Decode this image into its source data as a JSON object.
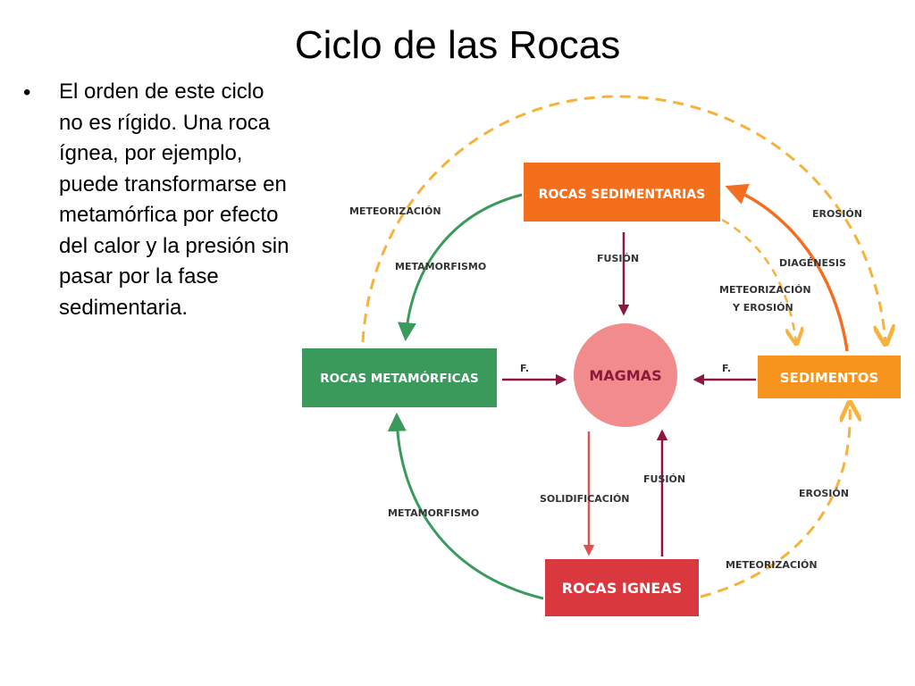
{
  "slide": {
    "title": "Ciclo de las Rocas",
    "bullet": "El orden de este ciclo no es rígido. Una roca ígnea, por ejemplo, puede transformarse en metamórfica por efecto del calor y la presión sin pasar por la fase sedimentaria."
  },
  "diagram": {
    "nodes": {
      "sedimentarias": "ROCAS SEDIMENTARIAS",
      "metamorficas": "ROCAS METAMÓRFICAS",
      "magmas": "MAGMAS",
      "sedimentos": "SEDIMENTOS",
      "igneas": "ROCAS IGNEAS"
    },
    "labels": {
      "meteorizacion_top_left": "METEORIZACIÓN",
      "metamorfismo_top": "METAMORFISMO",
      "fusion_top": "FUSIÓN",
      "erosion_top_right": "EROSIÓN",
      "diagenesis": "DIAGÉNESIS",
      "meteorizacion_mid_1": "METEORIZACIÓN",
      "meteorizacion_mid_2": "Y  EROSIÓN",
      "f_left": "F.",
      "f_right": "F.",
      "fusion_bottom": "FUSIÓN",
      "solidificacion": "SOLIDIFICACIÓN",
      "metamorfismo_bottom": "METAMORFISMO",
      "erosion_bottom_right": "EROSIÓN",
      "meteorizacion_bottom_right": "METEORIZACIÓN"
    },
    "colors": {
      "sedimentarias": "#f36f1c",
      "metamorficas": "#3a9a5c",
      "magmas": "#f28b8b",
      "sedimentos": "#f7941d",
      "igneas": "#d9393e",
      "green_arrow": "#3a9a5c",
      "orange_arrow": "#f26f22",
      "dashed_orange": "#f7b23b",
      "maroon_arrow": "#8b1a3a",
      "red_arrow": "#d9534f"
    }
  }
}
